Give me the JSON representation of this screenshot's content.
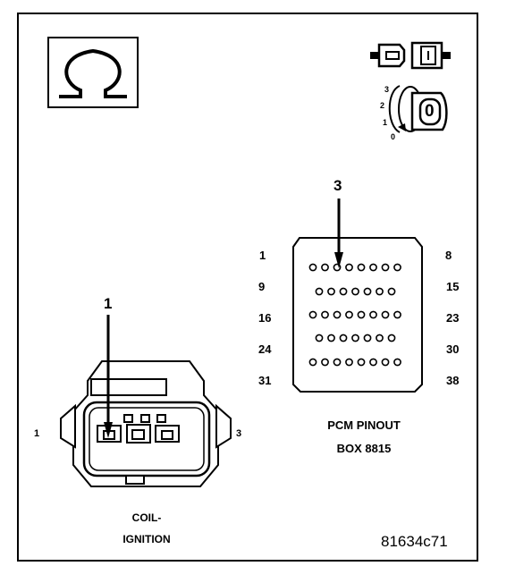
{
  "ohmmeter": {
    "icon": "ohm-symbol-icon"
  },
  "connector_icon": {
    "icon": "disconnected-connector-icon"
  },
  "ignition_switch": {
    "icon": "ignition-key-icon",
    "positions": [
      "3",
      "2",
      "1",
      "0"
    ],
    "key_label": "0"
  },
  "pcm": {
    "callout": "3",
    "left_pins": [
      "1",
      "9",
      "16",
      "24",
      "31"
    ],
    "right_pins": [
      "8",
      "15",
      "23",
      "30",
      "38"
    ],
    "row_cavities": [
      8,
      7,
      8,
      7,
      8
    ],
    "caption_line1": "PCM PINOUT",
    "caption_line2": "BOX 8815"
  },
  "coil": {
    "callout": "1",
    "pin_left": "1",
    "pin_right": "3",
    "caption_line1": "COIL-",
    "caption_line2": "IGNITION"
  },
  "figure_id": "81634c71"
}
